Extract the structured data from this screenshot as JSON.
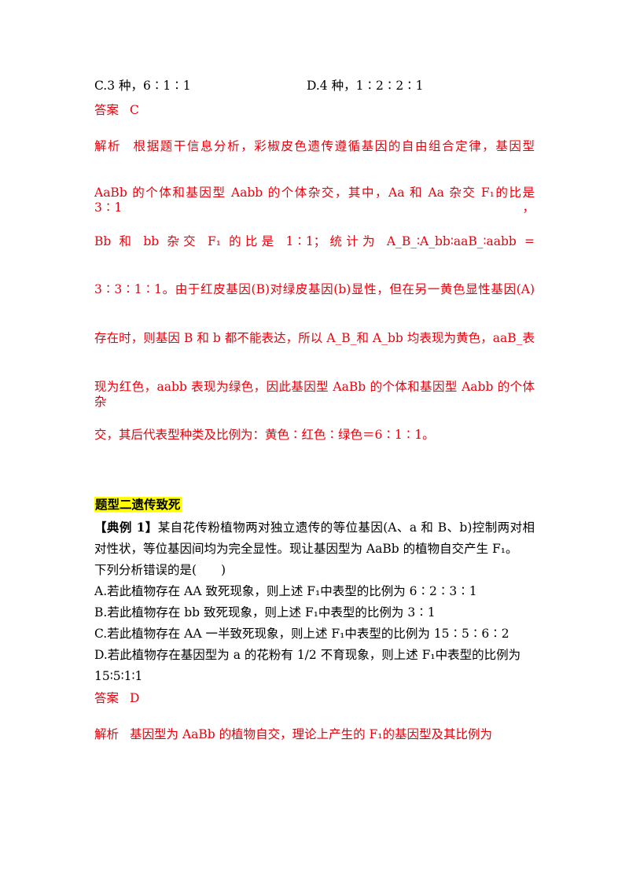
{
  "top_options": {
    "c": "C.3 种，6∶1∶1",
    "d": "D.4 种，1∶2∶2∶1"
  },
  "answer1": {
    "label": "答案",
    "value": "C"
  },
  "analysis1": {
    "label": "解析",
    "lines": [
      "根据题干信息分析，彩椒皮色遗传遵循基因的自由组合定律，基因型",
      "AaBb 的个体和基因型 Aabb 的个体杂交，其中，Aa 和 Aa 杂交 F₁的比是 3∶1，",
      "Bb 和 bb 杂交 F₁ 的比是 1∶1；统计为 A_B_∶A_bb∶aaB_∶aabb =",
      "3∶3∶1∶1。由于红皮基因(B)对绿皮基因(b)显性，但在另一黄色显性基因(A)",
      "存在时，则基因 B 和 b 都不能表达，所以 A_B_和 A_bb 均表现为黄色，aaB_表",
      "现为红色，aabb 表现为绿色，因此基因型 AaBb 的个体和基因型 Aabb 的个体杂",
      "交，其后代表型种类及比例为：黄色∶红色∶绿色＝6∶1∶1。"
    ]
  },
  "section_title": "题型二遗传致死",
  "example": {
    "label": "【典例 1】",
    "lines": [
      "某自花传粉植物两对独立遗传的等位基因(A、a 和 B、b)控制两对相",
      "对性状，等位基因间均为完全显性。现让基因型为 AaBb 的植物自交产生 F₁。",
      "下列分析错误的是(　　)"
    ],
    "options": [
      "A.若此植物存在 AA 致死现象，则上述 F₁中表型的比例为 6∶2∶3∶1",
      "B.若此植物存在 bb 致死现象，则上述 F₁中表型的比例为 3∶1",
      "C.若此植物存在 AA 一半致死现象，则上述 F₁中表型的比例为 15∶5∶6∶2",
      "D.若此植物存在基因型为 a 的花粉有 1/2 不育现象，则上述 F₁中表型的比例为",
      "15∶5∶1∶1"
    ]
  },
  "answer2": {
    "label": "答案",
    "value": "D"
  },
  "analysis2": {
    "label": "解析",
    "lines": [
      "基因型为 AaBb 的植物自交，理论上产生的 F₁的基因型及其比例为"
    ]
  }
}
